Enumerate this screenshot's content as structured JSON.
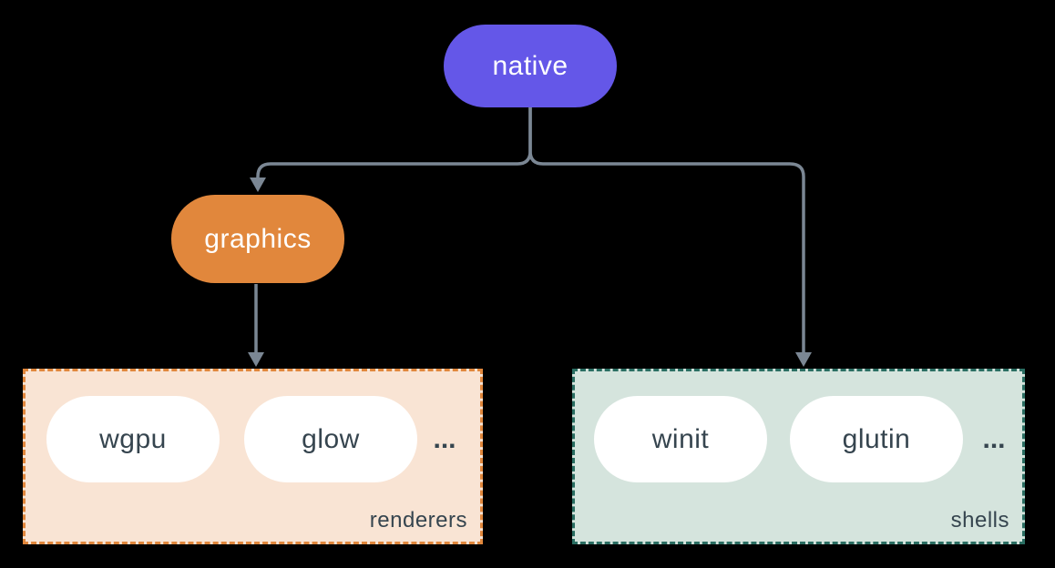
{
  "canvas": {
    "background": "#000000",
    "connector_color": "#7b8794"
  },
  "tree": {
    "root": {
      "label": "native",
      "fill": "#6457e8",
      "text_color": "#ffffff"
    },
    "graphics_node": {
      "label": "graphics",
      "fill": "#e1873c",
      "text_color": "#ffffff"
    },
    "renderers_group": {
      "label": "renderers",
      "fill": "#f9e4d4",
      "border_color": "#e1873c",
      "item_fill": "#ffffff",
      "item_text_color": "#36454f",
      "items": [
        {
          "label": "wgpu"
        },
        {
          "label": "glow"
        }
      ],
      "ellipsis": "..."
    },
    "shells_group": {
      "label": "shells",
      "fill": "#d5e4dd",
      "border_color": "#2a6e62",
      "item_fill": "#ffffff",
      "item_text_color": "#36454f",
      "items": [
        {
          "label": "winit"
        },
        {
          "label": "glutin"
        }
      ],
      "ellipsis": "..."
    }
  }
}
